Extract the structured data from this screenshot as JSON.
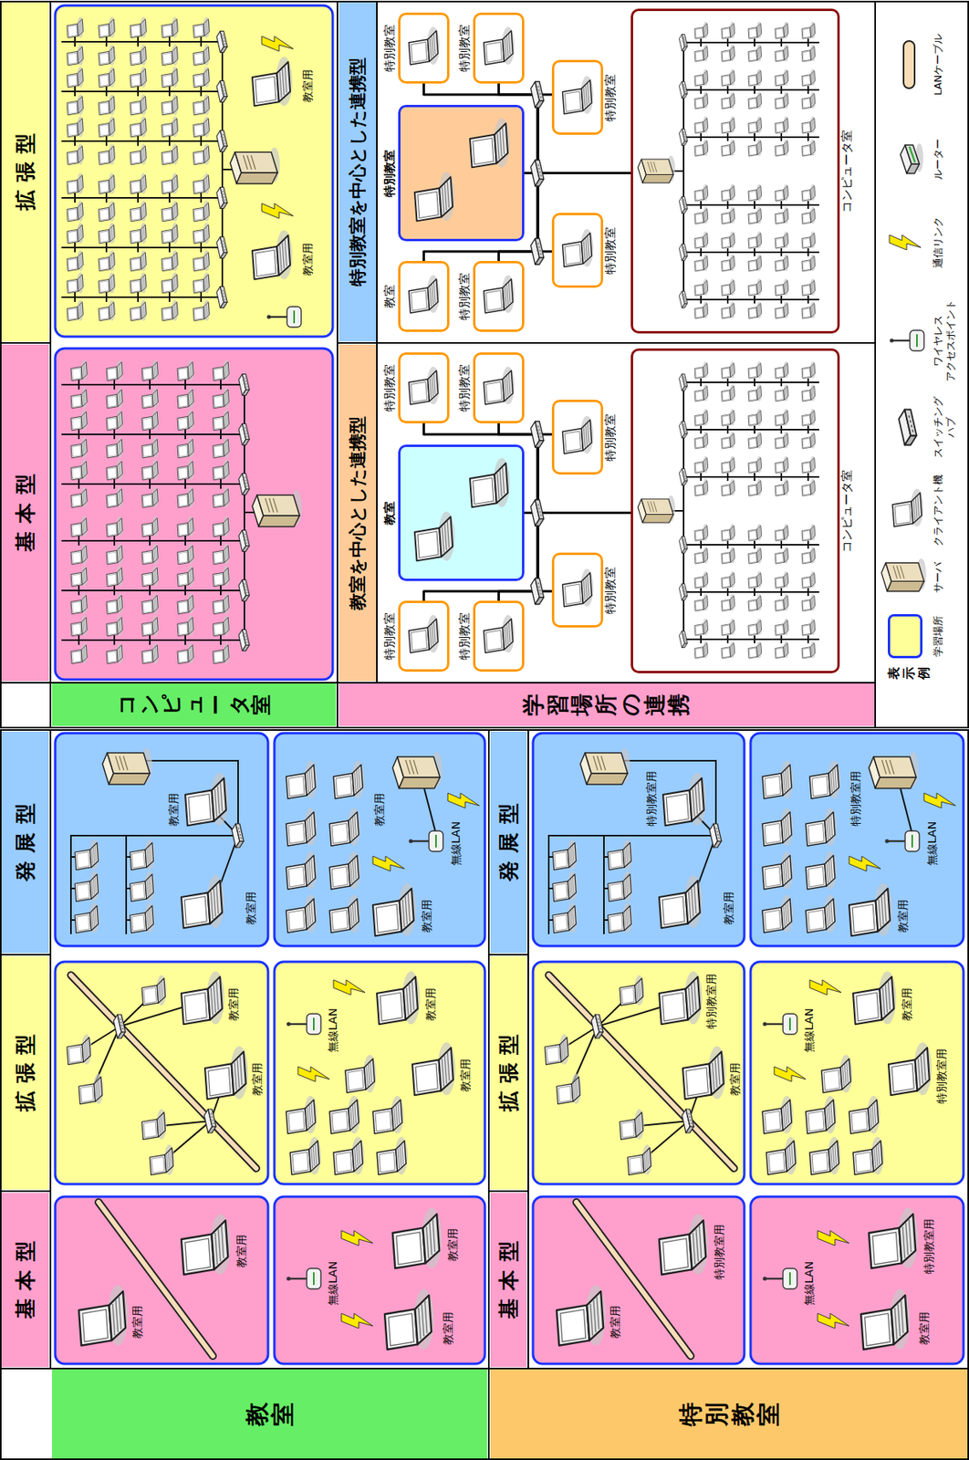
{
  "diagram": {
    "nodes": [
      {
        "text": [
          "基本型"
        ]
      },
      {
        "text": [
          "拡張型"
        ]
      },
      {
        "text": [
          "発展型"
        ]
      },
      {
        "text": [
          "基本型"
        ]
      },
      {
        "text": [
          "拡張型"
        ]
      },
      {
        "text": [
          "教室"
        ]
      },
      {
        "text": [
          "コンピュータ室"
        ]
      },
      {
        "text": [
          "基本型"
        ]
      },
      {
        "text": [
          "拡張型"
        ]
      },
      {
        "text": [
          "発展型"
        ]
      },
      {
        "text": [
          "特別教室"
        ]
      },
      {
        "text": [
          "学習場所の連携"
        ]
      },
      {
        "text": [
          "教室を中心とした連携型"
        ]
      },
      {
        "text": [
          "特別教室を中心とした連携型"
        ]
      },
      {
        "text": [
          "特別教室"
        ]
      },
      {
        "text": [
          "教室"
        ]
      },
      {
        "text": [
          "特別教室"
        ]
      },
      {
        "text": [
          "特別教室"
        ]
      },
      {
        "text": [
          "特別教室"
        ]
      },
      {
        "text": [
          "特別教室"
        ]
      },
      {
        "text": [
          "特別教室"
        ]
      },
      {
        "text": [
          "コンピュータ室"
        ]
      },
      {
        "text": [
          "教室"
        ]
      },
      {
        "text": [
          "特別教室"
        ]
      },
      {
        "text": [
          "特別教室"
        ]
      },
      {
        "text": [
          "特別教室"
        ]
      },
      {
        "text": [
          "特別教室"
        ]
      },
      {
        "text": [
          "特別教室"
        ]
      },
      {
        "text": [
          "特別教室"
        ]
      },
      {
        "text": [
          "コンピュータ室"
        ]
      }
    ],
    "edges": [
      {
        "from": 15,
        "to": 14,
        "arrow": "none"
      },
      {
        "from": 15,
        "to": 16,
        "arrow": "none"
      },
      {
        "from": 15,
        "to": 17,
        "arrow": "none"
      },
      {
        "from": 15,
        "to": 18,
        "arrow": "none"
      },
      {
        "from": 15,
        "to": 19,
        "arrow": "none"
      },
      {
        "from": 15,
        "to": 20,
        "arrow": "none"
      },
      {
        "from": 15,
        "to": 21,
        "arrow": "none"
      },
      {
        "from": 23,
        "to": 22,
        "arrow": "none"
      },
      {
        "from": 23,
        "to": 24,
        "arrow": "none"
      },
      {
        "from": 23,
        "to": 25,
        "arrow": "none"
      },
      {
        "from": 23,
        "to": 26,
        "arrow": "none"
      },
      {
        "from": 23,
        "to": 27,
        "arrow": "none"
      },
      {
        "from": 23,
        "to": 28,
        "arrow": "none"
      },
      {
        "from": 23,
        "to": 29,
        "arrow": "none"
      }
    ],
    "labels": [
      "教室用",
      "教室用",
      "教室用",
      "無線LAN",
      "教室用",
      "教室用",
      "教室用",
      "無線LAN",
      "教室用",
      "教室用",
      "教室用",
      "教室用",
      "教室用",
      "無線LAN",
      "教室用",
      "教室用",
      "教室用",
      "教室用",
      "特別教室用",
      "教室用",
      "無線LAN",
      "特別教室用",
      "教室用",
      "特別教室用",
      "無線LAN",
      "特別教室用",
      "教室用",
      "教室用",
      "特別教室用",
      "教室用",
      "無線LAN",
      "特別教室用",
      "表示例"
    ],
    "legend": [
      {
        "text": "学習場所",
        "color": "#ffff99"
      },
      {
        "text": "サーバ"
      },
      {
        "text": "クライアント機"
      },
      {
        "text": "スイッチング ハブ"
      },
      {
        "text": "ワイヤレス アクセスポイント"
      },
      {
        "text": "通信リンク"
      },
      {
        "text": "ルーター"
      },
      {
        "text": "LANケーブル"
      }
    ]
  }
}
